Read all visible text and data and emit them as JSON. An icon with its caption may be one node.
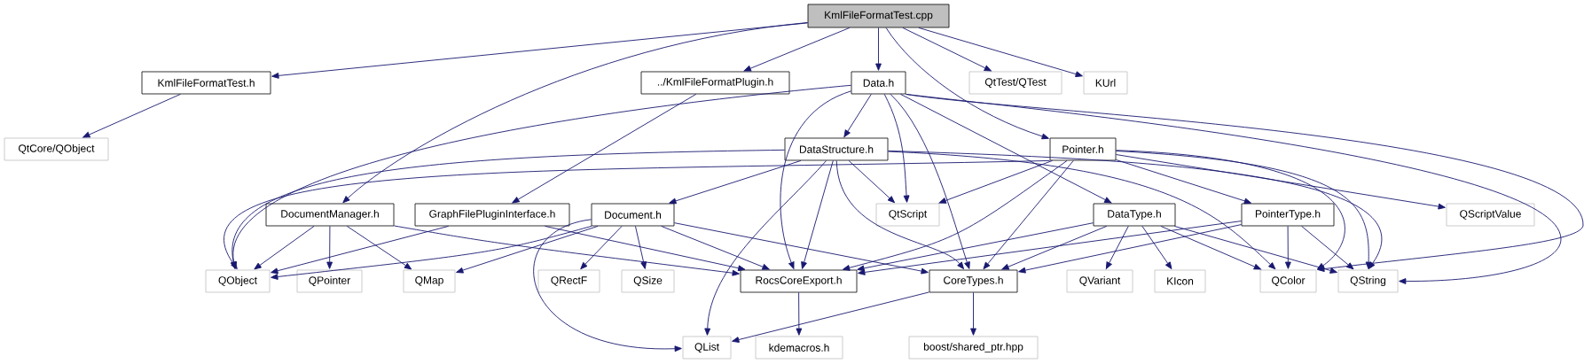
{
  "diagram": {
    "nodes": [
      {
        "text": [
          "KmlFileFormatTest.cpp"
        ]
      },
      {
        "text": [
          "KmlFileFormatTest.h"
        ]
      },
      {
        "text": [
          "QtCore/QObject"
        ]
      },
      {
        "text": [
          "../KmlFileFormatPlugin.h"
        ]
      },
      {
        "text": [
          "Data.h"
        ]
      },
      {
        "text": [
          "QtTest/QTest"
        ]
      },
      {
        "text": [
          "KUrl"
        ]
      },
      {
        "text": [
          "DataStructure.h"
        ]
      },
      {
        "text": [
          "Pointer.h"
        ]
      },
      {
        "text": [
          "DocumentManager.h"
        ]
      },
      {
        "text": [
          "GraphFilePluginInterface.h"
        ]
      },
      {
        "text": [
          "Document.h"
        ]
      },
      {
        "text": [
          "QtScript"
        ]
      },
      {
        "text": [
          "DataType.h"
        ]
      },
      {
        "text": [
          "PointerType.h"
        ]
      },
      {
        "text": [
          "QScriptValue"
        ]
      },
      {
        "text": [
          "QObject"
        ]
      },
      {
        "text": [
          "QPointer"
        ]
      },
      {
        "text": [
          "QMap"
        ]
      },
      {
        "text": [
          "QRectF"
        ]
      },
      {
        "text": [
          "QSize"
        ]
      },
      {
        "text": [
          "RocsCoreExport.h"
        ]
      },
      {
        "text": [
          "CoreTypes.h"
        ]
      },
      {
        "text": [
          "QVariant"
        ]
      },
      {
        "text": [
          "KIcon"
        ]
      },
      {
        "text": [
          "QColor"
        ]
      },
      {
        "text": [
          "QString"
        ]
      },
      {
        "text": [
          "QList"
        ]
      },
      {
        "text": [
          "kdemacros.h"
        ]
      },
      {
        "text": [
          "boost/shared_ptr.hpp"
        ]
      }
    ],
    "edges": [
      {
        "from": 0,
        "to": 1,
        "arrow": "to"
      },
      {
        "from": 0,
        "to": 9,
        "arrow": "to"
      },
      {
        "from": 0,
        "to": 3,
        "arrow": "to"
      },
      {
        "from": 0,
        "to": 4,
        "arrow": "to"
      },
      {
        "from": 0,
        "to": 8,
        "arrow": "to"
      },
      {
        "from": 0,
        "to": 5,
        "arrow": "to"
      },
      {
        "from": 0,
        "to": 6,
        "arrow": "to"
      },
      {
        "from": 1,
        "to": 2,
        "arrow": "to"
      },
      {
        "from": 3,
        "to": 10,
        "arrow": "to"
      },
      {
        "from": 4,
        "to": 16,
        "arrow": "to"
      },
      {
        "from": 4,
        "to": 7,
        "arrow": "to"
      },
      {
        "from": 4,
        "to": 21,
        "arrow": "to"
      },
      {
        "from": 4,
        "to": 12,
        "arrow": "to"
      },
      {
        "from": 4,
        "to": 22,
        "arrow": "to"
      },
      {
        "from": 4,
        "to": 13,
        "arrow": "to"
      },
      {
        "from": 4,
        "to": 25,
        "arrow": "to"
      },
      {
        "from": 4,
        "to": 26,
        "arrow": "to"
      },
      {
        "from": 7,
        "to": 16,
        "arrow": "to"
      },
      {
        "from": 7,
        "to": 11,
        "arrow": "to"
      },
      {
        "from": 7,
        "to": 27,
        "arrow": "to"
      },
      {
        "from": 7,
        "to": 21,
        "arrow": "to"
      },
      {
        "from": 7,
        "to": 22,
        "arrow": "to"
      },
      {
        "from": 7,
        "to": 12,
        "arrow": "to"
      },
      {
        "from": 7,
        "to": 25,
        "arrow": "to"
      },
      {
        "from": 7,
        "to": 26,
        "arrow": "to"
      },
      {
        "from": 8,
        "to": 16,
        "arrow": "to"
      },
      {
        "from": 8,
        "to": 12,
        "arrow": "to"
      },
      {
        "from": 8,
        "to": 21,
        "arrow": "to"
      },
      {
        "from": 8,
        "to": 22,
        "arrow": "to"
      },
      {
        "from": 8,
        "to": 14,
        "arrow": "to"
      },
      {
        "from": 8,
        "to": 15,
        "arrow": "to"
      },
      {
        "from": 8,
        "to": 25,
        "arrow": "to"
      },
      {
        "from": 8,
        "to": 26,
        "arrow": "to"
      },
      {
        "from": 9,
        "to": 16,
        "arrow": "to"
      },
      {
        "from": 9,
        "to": 17,
        "arrow": "to"
      },
      {
        "from": 9,
        "to": 18,
        "arrow": "to"
      },
      {
        "from": 9,
        "to": 21,
        "arrow": "to"
      },
      {
        "from": 10,
        "to": 16,
        "arrow": "to"
      },
      {
        "from": 10,
        "to": 21,
        "arrow": "to"
      },
      {
        "from": 11,
        "to": 16,
        "arrow": "to"
      },
      {
        "from": 11,
        "to": 18,
        "arrow": "to"
      },
      {
        "from": 11,
        "to": 27,
        "arrow": "to"
      },
      {
        "from": 11,
        "to": 19,
        "arrow": "to"
      },
      {
        "from": 11,
        "to": 20,
        "arrow": "to"
      },
      {
        "from": 11,
        "to": 21,
        "arrow": "to"
      },
      {
        "from": 11,
        "to": 22,
        "arrow": "to"
      },
      {
        "from": 13,
        "to": 21,
        "arrow": "to"
      },
      {
        "from": 13,
        "to": 22,
        "arrow": "to"
      },
      {
        "from": 13,
        "to": 23,
        "arrow": "to"
      },
      {
        "from": 13,
        "to": 24,
        "arrow": "to"
      },
      {
        "from": 13,
        "to": 25,
        "arrow": "to"
      },
      {
        "from": 13,
        "to": 26,
        "arrow": "to"
      },
      {
        "from": 14,
        "to": 21,
        "arrow": "to"
      },
      {
        "from": 14,
        "to": 22,
        "arrow": "to"
      },
      {
        "from": 14,
        "to": 25,
        "arrow": "to"
      },
      {
        "from": 14,
        "to": 26,
        "arrow": "to"
      },
      {
        "from": 21,
        "to": 28,
        "arrow": "to"
      },
      {
        "from": 22,
        "to": 27,
        "arrow": "to"
      },
      {
        "from": 22,
        "to": 29,
        "arrow": "to"
      }
    ]
  }
}
